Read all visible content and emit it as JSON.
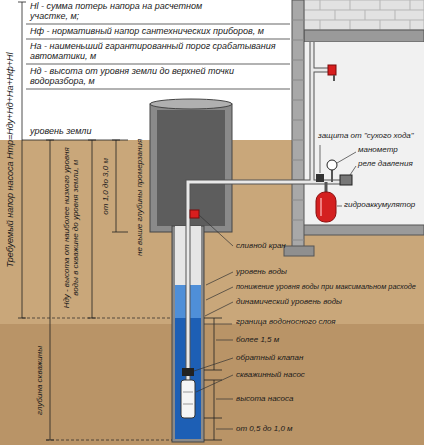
{
  "diagram": {
    "labels": [
      "Нl - сумма потерь напора на расчетном участке, м;",
      "Нф - нормативный напор сантехнических приборов, м",
      "На - наименьший гарантированный порог срабатывания автоматики, м",
      "Нд - высота от уровня земли до верхней точки водоразбора, м",
      "Требуемый напор насоса Нтр=Нду+Нд+На+Нф+Нl",
      "уровень земли",
      "не выше глубины промерзания",
      "от 1,0 до 3,0 м",
      "Нду - высота от наиболее низкого уровня воды в скважине до уровня земли, м",
      "глубина скважины",
      "защита от \"сухого хода\"",
      "манометр",
      "реле давления",
      "гидроаккумулятор",
      "сливной кран",
      "уровень воды",
      "понижение уровня воды при максимальном расходе",
      "динамический уровень воды",
      "граница водоносного слоя",
      "более 1,5 м",
      "обратный клапан",
      "скважинный насос",
      "высота насоса",
      "от 0,5 до 1,0 м"
    ]
  }
}
